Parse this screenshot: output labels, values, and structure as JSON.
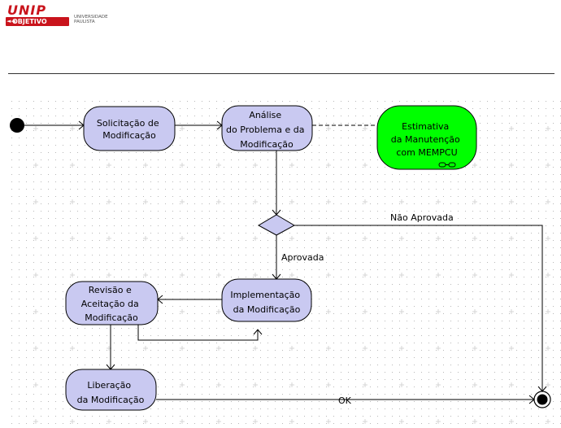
{
  "header": {
    "logo_word": "UNIP",
    "logo_sub": "OBJETIVO",
    "logo_arrows": "◄◄",
    "logo_university_line1": "UNIVERSIDADE",
    "logo_university_line2": "PAULISTA"
  },
  "diagram": {
    "nodes": {
      "solicitacao": [
        "Solicitação de",
        "Modificação"
      ],
      "analise": [
        "Análise",
        "do Problema e da",
        "Modificação"
      ],
      "estimativa": [
        "Estimativa",
        "da Manutenção",
        "com MEMPCU"
      ],
      "implementacao": [
        "Implementação",
        "da Modificação"
      ],
      "revisao": [
        "Revisão e",
        "Aceitação da",
        "Modificação"
      ],
      "liberacao": [
        "Liberação",
        "da Modificação"
      ]
    },
    "labels": {
      "nao_aprovada": "Não Aprovada",
      "aprovada": "Aprovada",
      "ok": "OK"
    },
    "colors": {
      "activity_fill": "#c9c9f1",
      "estimate_fill": "#00ff00",
      "stroke": "#000000",
      "grid_dot": "#b8b8b8",
      "grid_plus": "#d4d4d4"
    }
  }
}
